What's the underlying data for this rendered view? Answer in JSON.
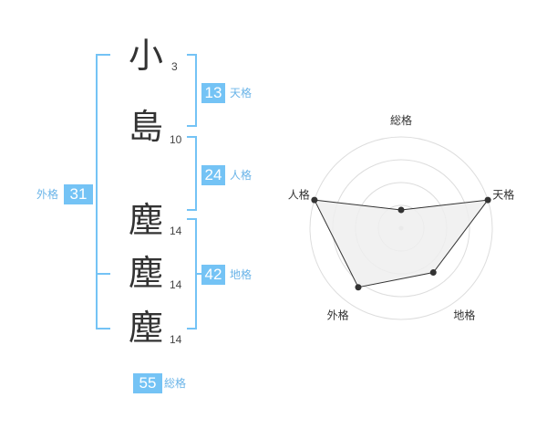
{
  "colors": {
    "accent": "#74c3f5",
    "label": "#6ab4e8",
    "text": "#333333",
    "radar_fill": "#eeeeee",
    "radar_line": "#333333",
    "ring": "#dddddd"
  },
  "name": {
    "chars": [
      {
        "char": "小",
        "strokes": "3"
      },
      {
        "char": "島",
        "strokes": "10"
      },
      {
        "char": "塵",
        "strokes": "14"
      },
      {
        "char": "塵",
        "strokes": "14"
      },
      {
        "char": "塵",
        "strokes": "14"
      }
    ]
  },
  "fortunes": {
    "tenkaku": {
      "value": "13",
      "label": "天格"
    },
    "jinkaku": {
      "value": "24",
      "label": "人格"
    },
    "chikaku": {
      "value": "42",
      "label": "地格"
    },
    "gaikaku": {
      "value": "31",
      "label": "外格"
    },
    "soukaku": {
      "value": "55",
      "label": "総格"
    }
  },
  "chart_data": {
    "type": "radar",
    "axes": [
      "総格",
      "天格",
      "地格",
      "外格",
      "人格"
    ],
    "values": [
      1,
      5,
      3,
      4,
      5
    ],
    "max": 5,
    "rings": 4
  }
}
